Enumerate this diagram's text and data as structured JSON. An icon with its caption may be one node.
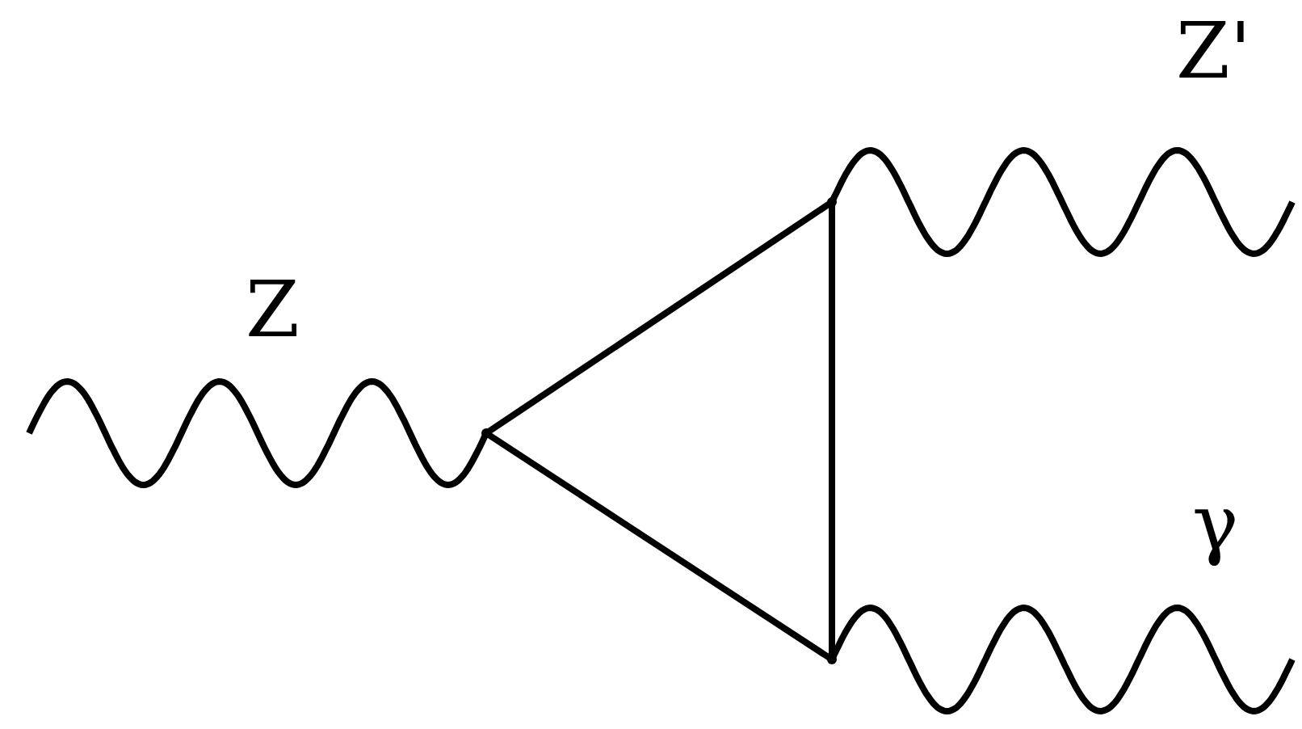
{
  "diagram": {
    "nodes": [
      {
        "text": [],
        "shape": "point"
      },
      {
        "text": [],
        "shape": "point"
      },
      {
        "text": [],
        "shape": "point"
      }
    ],
    "edges": [
      {
        "from": null,
        "to": 0,
        "arrow": "none",
        "label": "Z"
      },
      {
        "from": 0,
        "to": 1,
        "arrow": "none"
      },
      {
        "from": 1,
        "to": 2,
        "arrow": "none"
      },
      {
        "from": 2,
        "to": 0,
        "arrow": "none"
      },
      {
        "from": 1,
        "to": null,
        "arrow": "none",
        "label": "Z'"
      },
      {
        "from": 2,
        "to": null,
        "arrow": "none",
        "label": "γ"
      }
    ]
  }
}
